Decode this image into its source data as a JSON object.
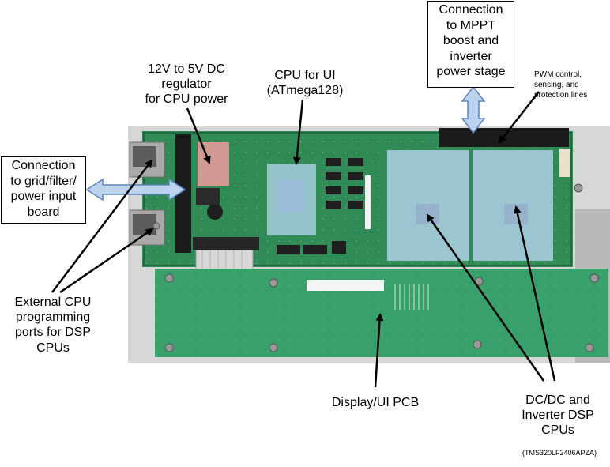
{
  "labels": {
    "mppt": [
      "Connection",
      "to MPPT",
      "boost and",
      "inverter",
      "power stage"
    ],
    "grid": [
      "Connection",
      "to grid/filter/",
      "power input",
      "board"
    ],
    "regulator": [
      "12V to 5V DC",
      "regulator",
      "for CPU power"
    ],
    "cpu_ui": [
      "CPU for UI",
      "(ATmega128)"
    ],
    "pwm": [
      "PWM control,",
      "sensing, and",
      "protection lines"
    ],
    "ext_cpu": [
      "External CPU",
      "programming",
      "ports for DSP",
      "CPUs"
    ],
    "display": "Display/UI PCB",
    "dsp": [
      "DC/DC and",
      "Inverter DSP",
      "CPUs"
    ],
    "part_number": "(TMS320LF2406APZA)"
  },
  "colors": {
    "pcb_green": "#2f8a55",
    "pcb_dark": "#226b41",
    "dsp_overlay": "#b7d5f0",
    "arrow_blue": "#bcd3ee",
    "arrow_outline": "#5a86c4"
  }
}
